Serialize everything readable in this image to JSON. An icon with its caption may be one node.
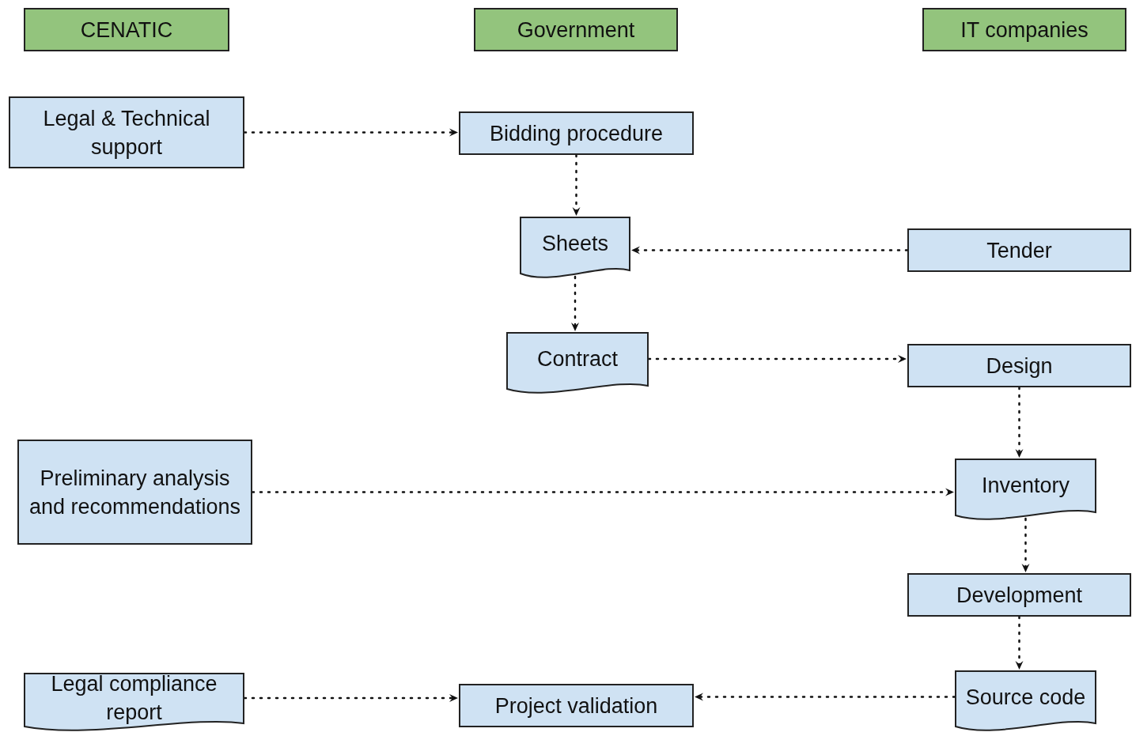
{
  "diagram": {
    "nodes": [
      {
        "text": [
          "CENATIC"
        ]
      },
      {
        "text": [
          "Government"
        ]
      },
      {
        "text": [
          "IT companies"
        ]
      },
      {
        "text": [
          "Legal & Technical support"
        ]
      },
      {
        "text": [
          "Bidding procedure"
        ]
      },
      {
        "text": [
          "Sheets"
        ]
      },
      {
        "text": [
          "Tender"
        ]
      },
      {
        "text": [
          "Contract"
        ]
      },
      {
        "text": [
          "Design"
        ]
      },
      {
        "text": [
          "Preliminary analysis and recommendations"
        ]
      },
      {
        "text": [
          "Inventory"
        ]
      },
      {
        "text": [
          "Development"
        ]
      },
      {
        "text": [
          "Legal compliance report"
        ]
      },
      {
        "text": [
          "Project validation"
        ]
      },
      {
        "text": [
          "Source code"
        ]
      }
    ],
    "edges": [
      {
        "from": 3,
        "to": 4,
        "arrow": "to"
      },
      {
        "from": 4,
        "to": 5,
        "arrow": "to"
      },
      {
        "from": 6,
        "to": 5,
        "arrow": "to"
      },
      {
        "from": 5,
        "to": 7,
        "arrow": "to"
      },
      {
        "from": 7,
        "to": 8,
        "arrow": "to"
      },
      {
        "from": 8,
        "to": 10,
        "arrow": "to"
      },
      {
        "from": 9,
        "to": 10,
        "arrow": "to"
      },
      {
        "from": 10,
        "to": 11,
        "arrow": "to"
      },
      {
        "from": 11,
        "to": 14,
        "arrow": "to"
      },
      {
        "from": 12,
        "to": 13,
        "arrow": "to"
      },
      {
        "from": 14,
        "to": 13,
        "arrow": "to"
      }
    ]
  }
}
